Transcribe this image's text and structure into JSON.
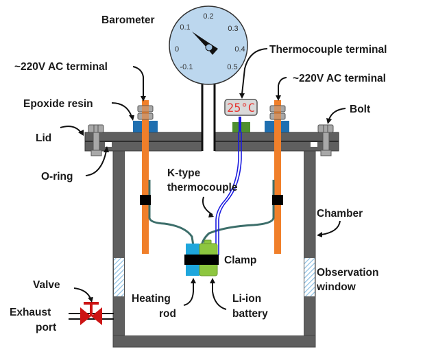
{
  "title": "Thermal abuse test chamber schematic",
  "labels": {
    "barometer": "Barometer",
    "ac_terminal_left": "~220V AC terminal",
    "ac_terminal_right": "~220V AC terminal",
    "thermocouple_terminal": "Thermocouple terminal",
    "epoxide_resin": "Epoxide resin",
    "bolt": "Bolt",
    "lid": "Lid",
    "o_ring": "O-ring",
    "k_type_line1": "K-type",
    "k_type_line2": "thermocouple",
    "chamber": "Chamber",
    "clamp": "Clamp",
    "observation_line1": "Observation",
    "observation_line2": "window",
    "valve": "Valve",
    "exhaust_line1": "Exhaust",
    "exhaust_line2": "port",
    "heating_line1": "Heating",
    "heating_line2": "rod",
    "battery_line1": "Li-ion",
    "battery_line2": "battery"
  },
  "barometer": {
    "ticks": [
      "-0.1",
      "0",
      "0.1",
      "0.2",
      "0.3",
      "0.4",
      "0.5"
    ],
    "reading": 0.1
  },
  "thermocouple_display": "25°C",
  "colors": {
    "steel": "#5f5f5f",
    "bolt": "#a8a8a8",
    "copper_rod": "#f07f2a",
    "epoxy": "#1f6fb0",
    "terminal_mount": "#4f8f2f",
    "thermo_wire": "#1a1adf",
    "heater": "#1ea6dc",
    "battery": "#8dc63f",
    "valve": "#cc1414",
    "gauge_face": "#bcd7ee",
    "wire": "#3c6e6a",
    "window": "#9cc8e6"
  }
}
